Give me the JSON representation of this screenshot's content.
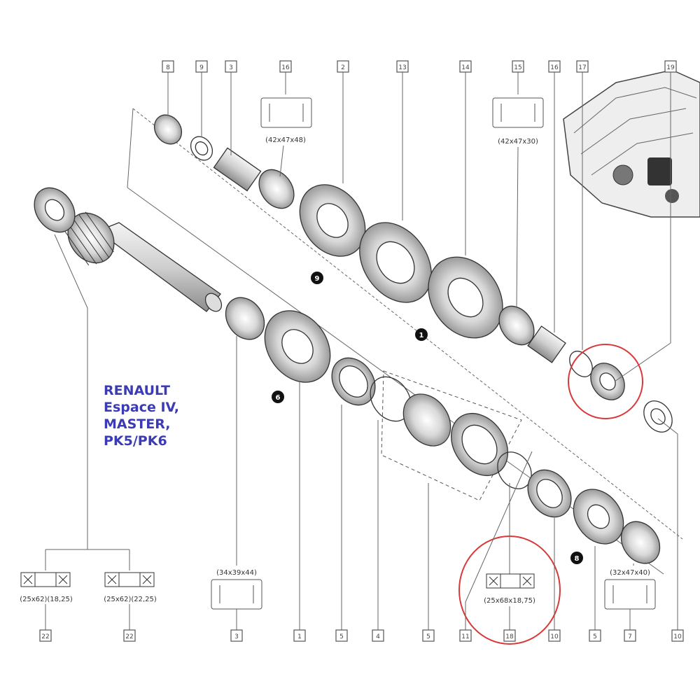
{
  "title_lines": [
    "RENAULT",
    "Espace IV,",
    "MASTER,",
    "PK5/PK6"
  ],
  "top_callouts": [
    "8",
    "9",
    "3",
    "16",
    "2",
    "13",
    "14",
    "15",
    "16",
    "17",
    "19"
  ],
  "bottom_callouts": [
    "22",
    "22",
    "3",
    "1",
    "5",
    "4",
    "5",
    "11",
    "18",
    "10",
    "5",
    "7",
    "10"
  ],
  "dimensions": {
    "top_left": "(42x47x48)",
    "top_right": "(42x47x30)",
    "bottom_left_a": "(25x62)(18,25)",
    "bottom_left_b": "(25x62)(22,25)",
    "bottom_mid": "(34x39x44)",
    "bottom_highlight": "(25x68x18,75)",
    "bottom_right": "(32x47x40)"
  },
  "gear_markers": [
    "9",
    "1",
    "6",
    "8"
  ],
  "colors": {
    "title": "#3b3bb5",
    "highlight": "#d83a3a",
    "line": "#333333"
  }
}
